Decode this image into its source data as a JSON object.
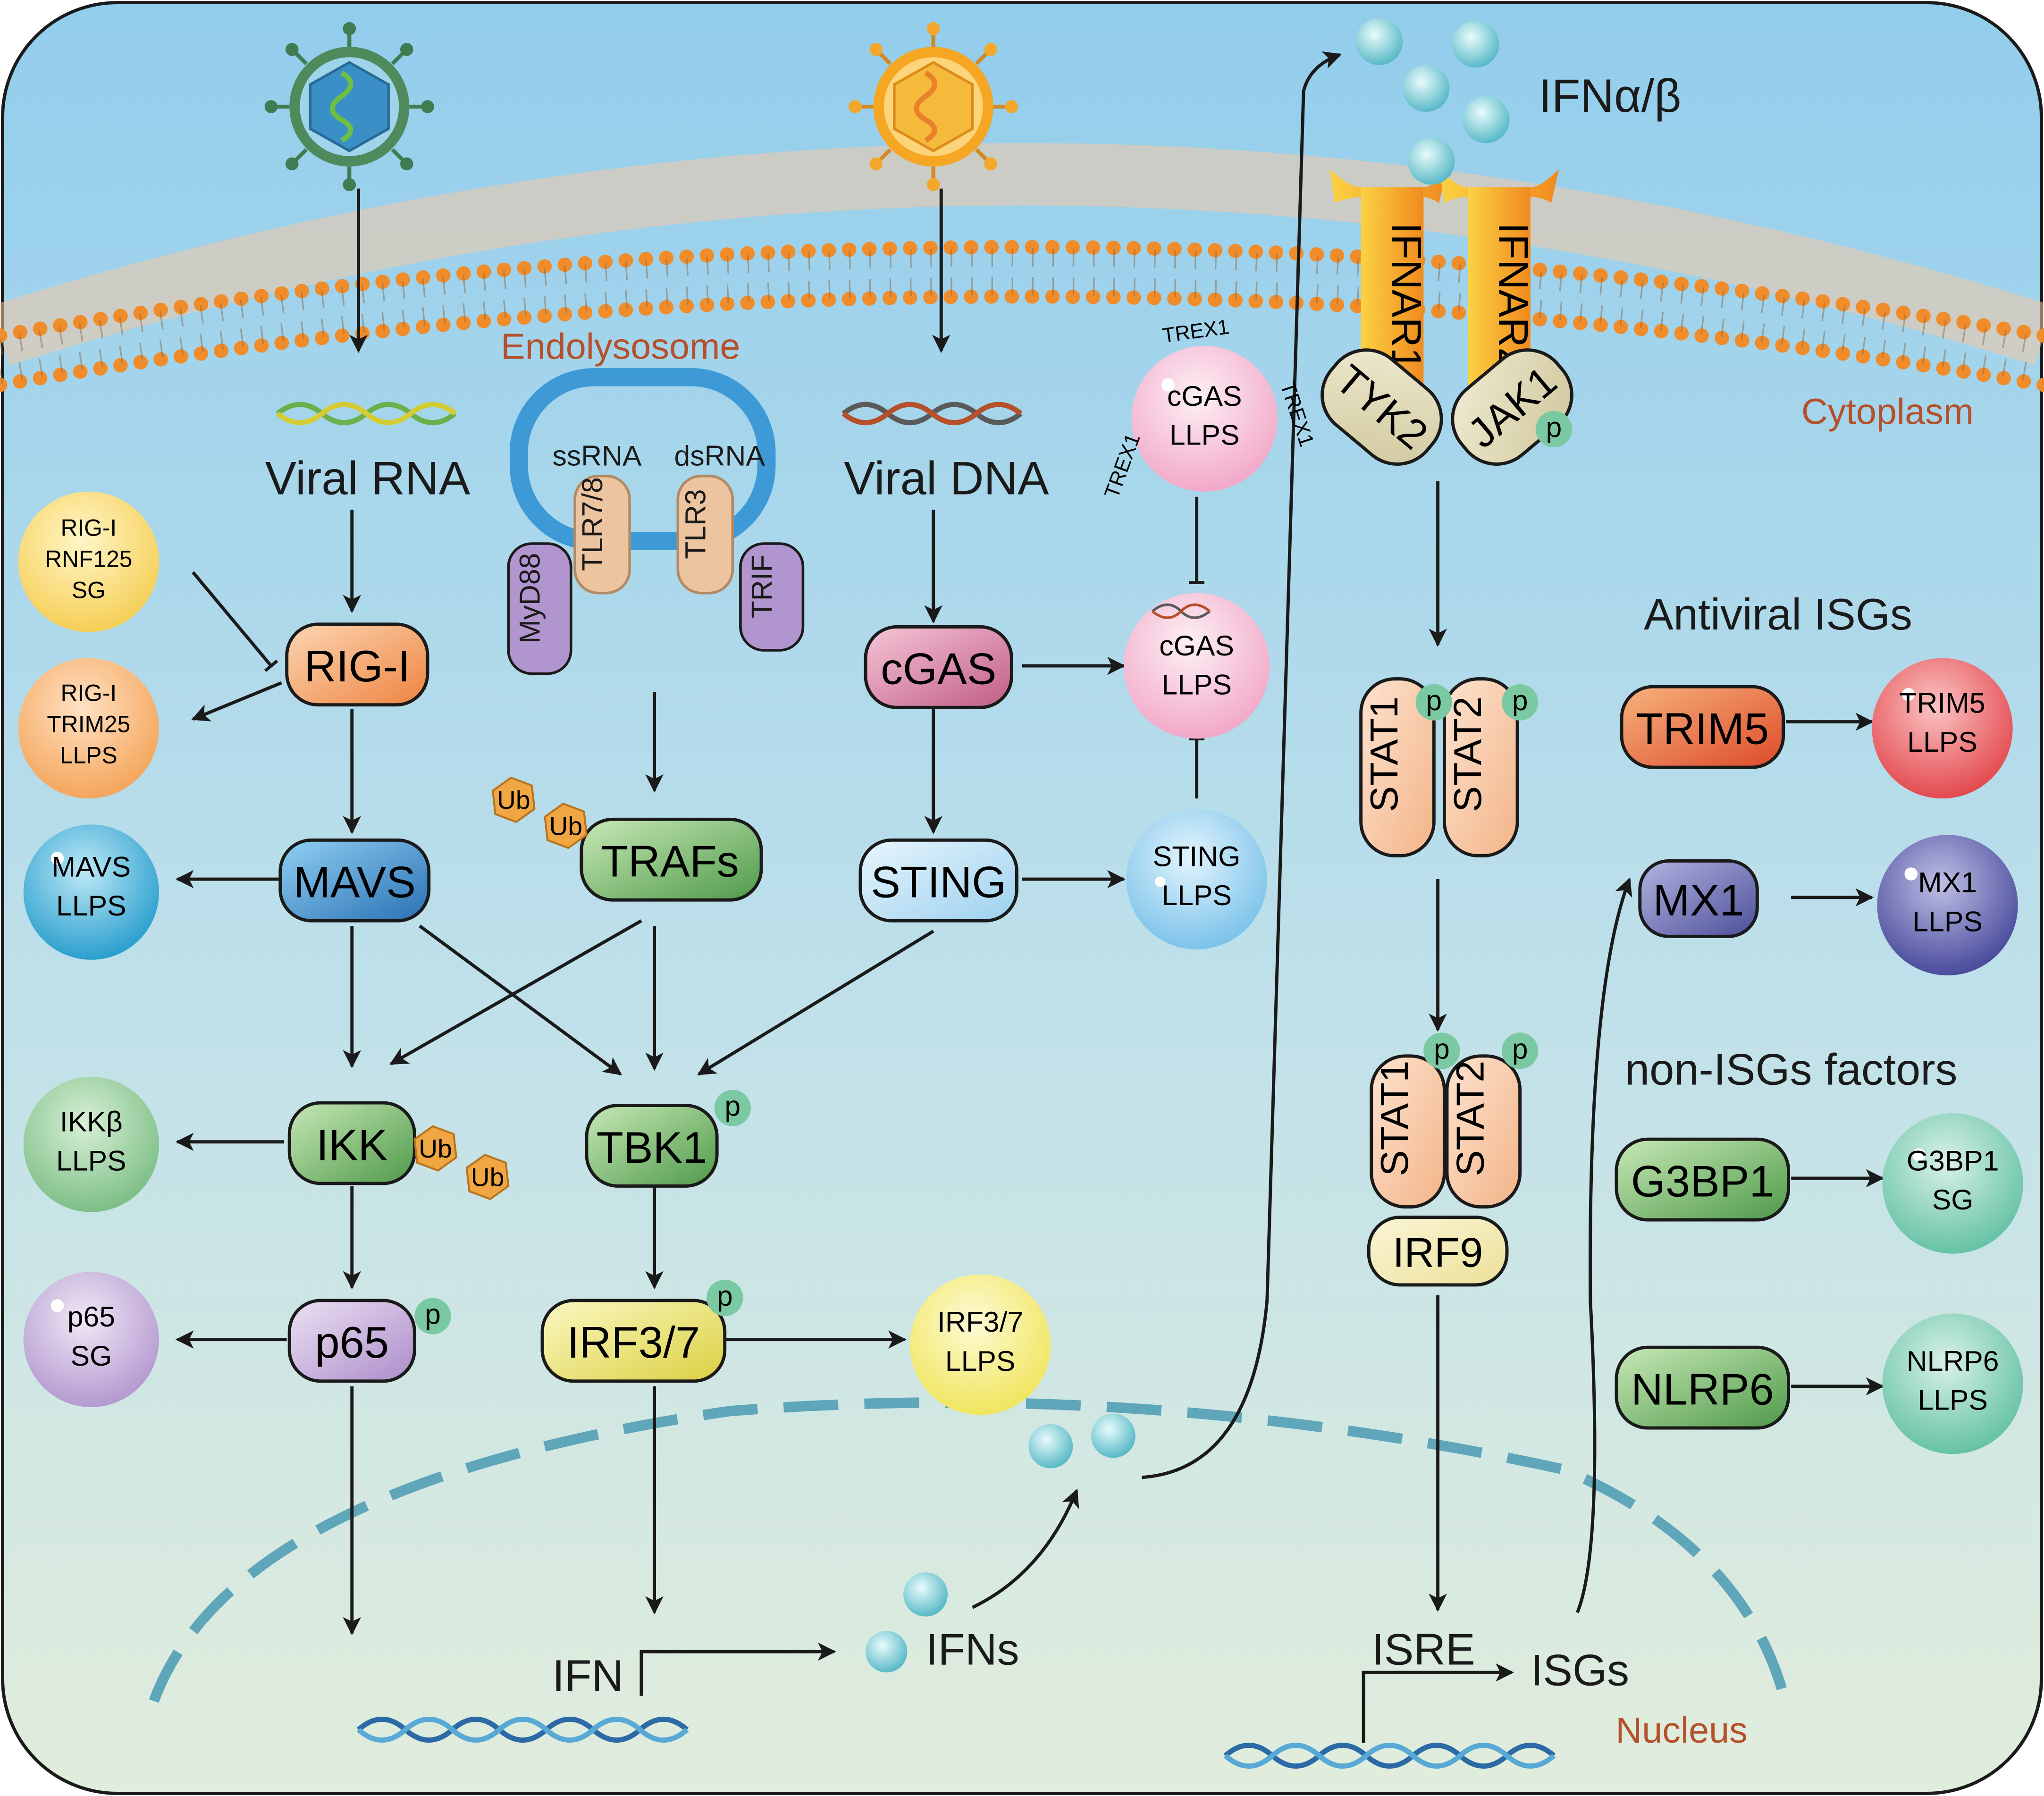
{
  "labels": {
    "endolysosome": "Endolysosome",
    "cytoplasm": "Cytoplasm",
    "nucleus": "Nucleus",
    "ifn_ab": "IFNα/β",
    "viral_rna": "Viral RNA",
    "viral_dna": "Viral DNA",
    "ssrna": "ssRNA",
    "dsrna": "dsRNA",
    "ifn": "IFN",
    "ifns": "IFNs",
    "isre": "ISRE",
    "isgs": "ISGs",
    "antiviral_isgs": "Antiviral ISGs",
    "non_isgs": "non-ISGs factors",
    "trex1": "TREX1",
    "p": "p",
    "ub": "Ub"
  },
  "proteins": {
    "rigi": "RIG-I",
    "mavs": "MAVS",
    "ikk": "IKK",
    "p65": "p65",
    "trafs": "TRAFs",
    "tbk1": "TBK1",
    "irf37": "IRF3/7",
    "cgas": "cGAS",
    "sting": "STING",
    "tlr78": "TLR7/8",
    "tlr3": "TLR3",
    "myd88": "MyD88",
    "trif": "TRIF",
    "ifnar1": "IFNAR1",
    "ifnar2": "IFNAR2",
    "tyk2": "TYK2",
    "jak1": "JAK1",
    "stat1": "STAT1",
    "stat2": "STAT2",
    "irf9": "IRF9",
    "trim5": "TRIM5",
    "mx1": "MX1",
    "g3bp1": "G3BP1",
    "nlrp6": "NLRP6"
  },
  "condensates": {
    "rigi_sg": [
      "RIG-I",
      "RNF125",
      "SG"
    ],
    "rigi_llps": [
      "RIG-I",
      "TRIM25",
      "LLPS"
    ],
    "mavs": [
      "MAVS",
      "LLPS"
    ],
    "ikkb": [
      "IKKβ",
      "LLPS"
    ],
    "p65": [
      "p65",
      "SG"
    ],
    "irf37": [
      "IRF3/7",
      "LLPS"
    ],
    "cgas_top": [
      "cGAS",
      "LLPS"
    ],
    "cgas_mid": [
      "cGAS",
      "LLPS"
    ],
    "sting": [
      "STING",
      "LLPS"
    ],
    "trim5": [
      "TRIM5",
      "LLPS"
    ],
    "mx1": [
      "MX1",
      "LLPS"
    ],
    "g3bp1": [
      "G3BP1",
      "SG"
    ],
    "nlrp6": [
      "NLRP6",
      "LLPS"
    ]
  },
  "colors": {
    "membrane": "#f08c2a",
    "endolysosome": "#3d9ad6",
    "label_red": "#b5502a",
    "nucleus_dash": "#5fa6bb",
    "ifn_bead": "#7ccfd6",
    "phospho": "#7bc9a3",
    "ub": "#f0a642"
  }
}
